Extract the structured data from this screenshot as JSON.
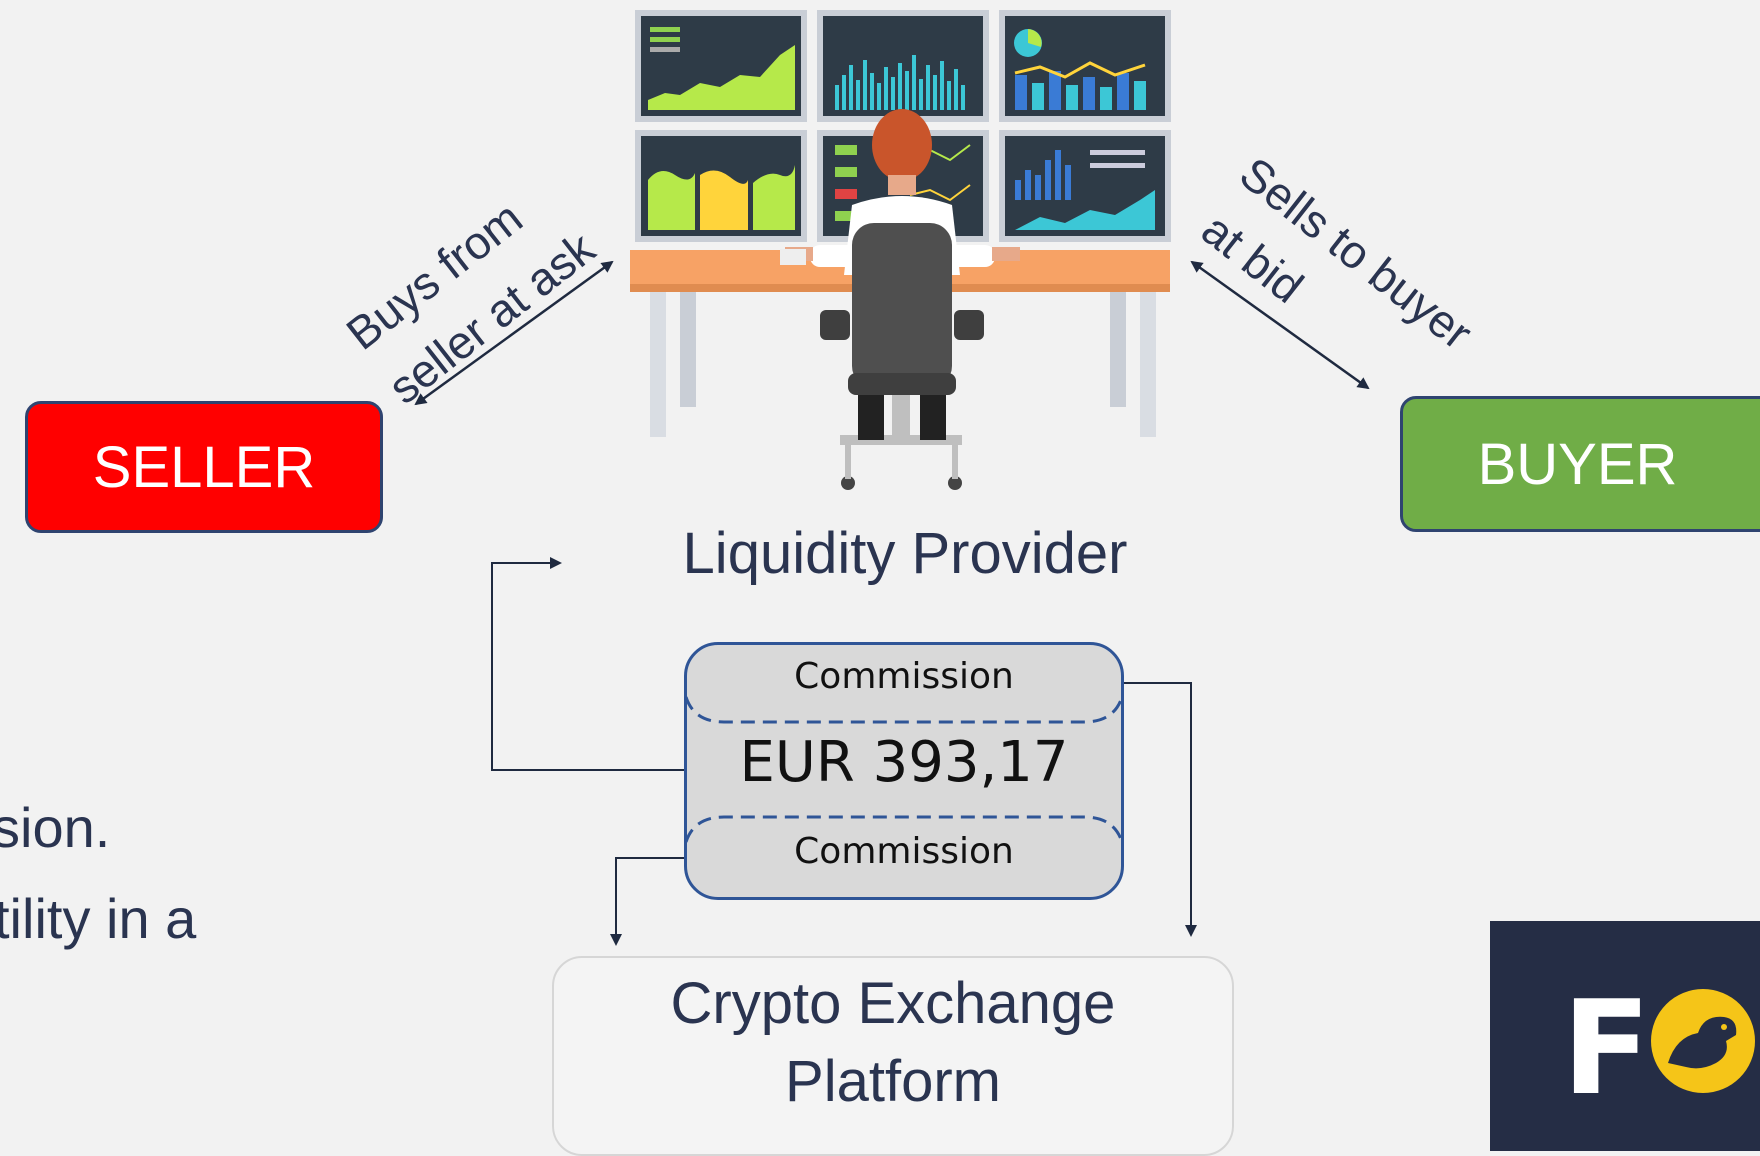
{
  "seller": {
    "label": "SELLER",
    "color": "#ff0000"
  },
  "buyer": {
    "label": "BUYER",
    "color": "#70ad47"
  },
  "buys_label": {
    "line1": "Buys from",
    "line2": "seller at ask"
  },
  "sells_label": {
    "line1": "Sells to buyer",
    "line2": "at bid"
  },
  "liquidity_provider": "Liquidity Provider",
  "commission_box": {
    "top_label": "Commission",
    "amount": "EUR 393,17",
    "bottom_label": "Commission"
  },
  "exchange": {
    "line1": "Crypto Exchange",
    "line2": "Platform"
  },
  "left_text": {
    "line1": "sion.",
    "line2": "tility in a"
  },
  "logo": {
    "visible_letter": "F",
    "background": "#252d45",
    "accent": "#f5c518"
  },
  "icons": [
    "trader-at-desk-illustration",
    "double-arrow",
    "connector-arrow"
  ]
}
